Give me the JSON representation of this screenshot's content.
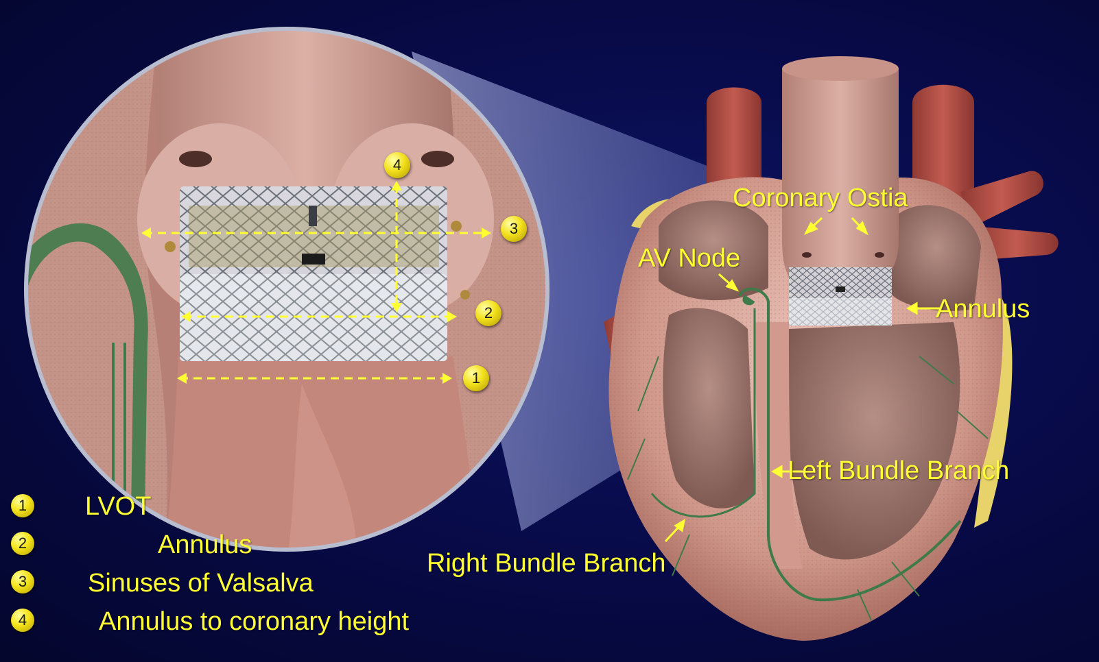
{
  "callouts": {
    "coronary_ostia": "Coronary Ostia",
    "av_node": "AV Node",
    "annulus": "Annulus",
    "left_bundle_branch": "Left Bundle Branch",
    "right_bundle_branch": "Right Bundle Branch"
  },
  "badges": [
    "1",
    "2",
    "3",
    "4"
  ],
  "legend": [
    {
      "number": "1",
      "label": "LVOT"
    },
    {
      "number": "2",
      "label": "Annulus"
    },
    {
      "number": "3",
      "label": "Sinuses of Valsalva"
    },
    {
      "number": "4",
      "label": "Annulus to coronary height"
    }
  ],
  "colors": {
    "label_yellow": "#ffff33",
    "background_navy": "#07094a",
    "tissue_pink": "#d9a49a",
    "conduction_green": "#3f7a4a",
    "aorta_red": "#b8524a"
  }
}
